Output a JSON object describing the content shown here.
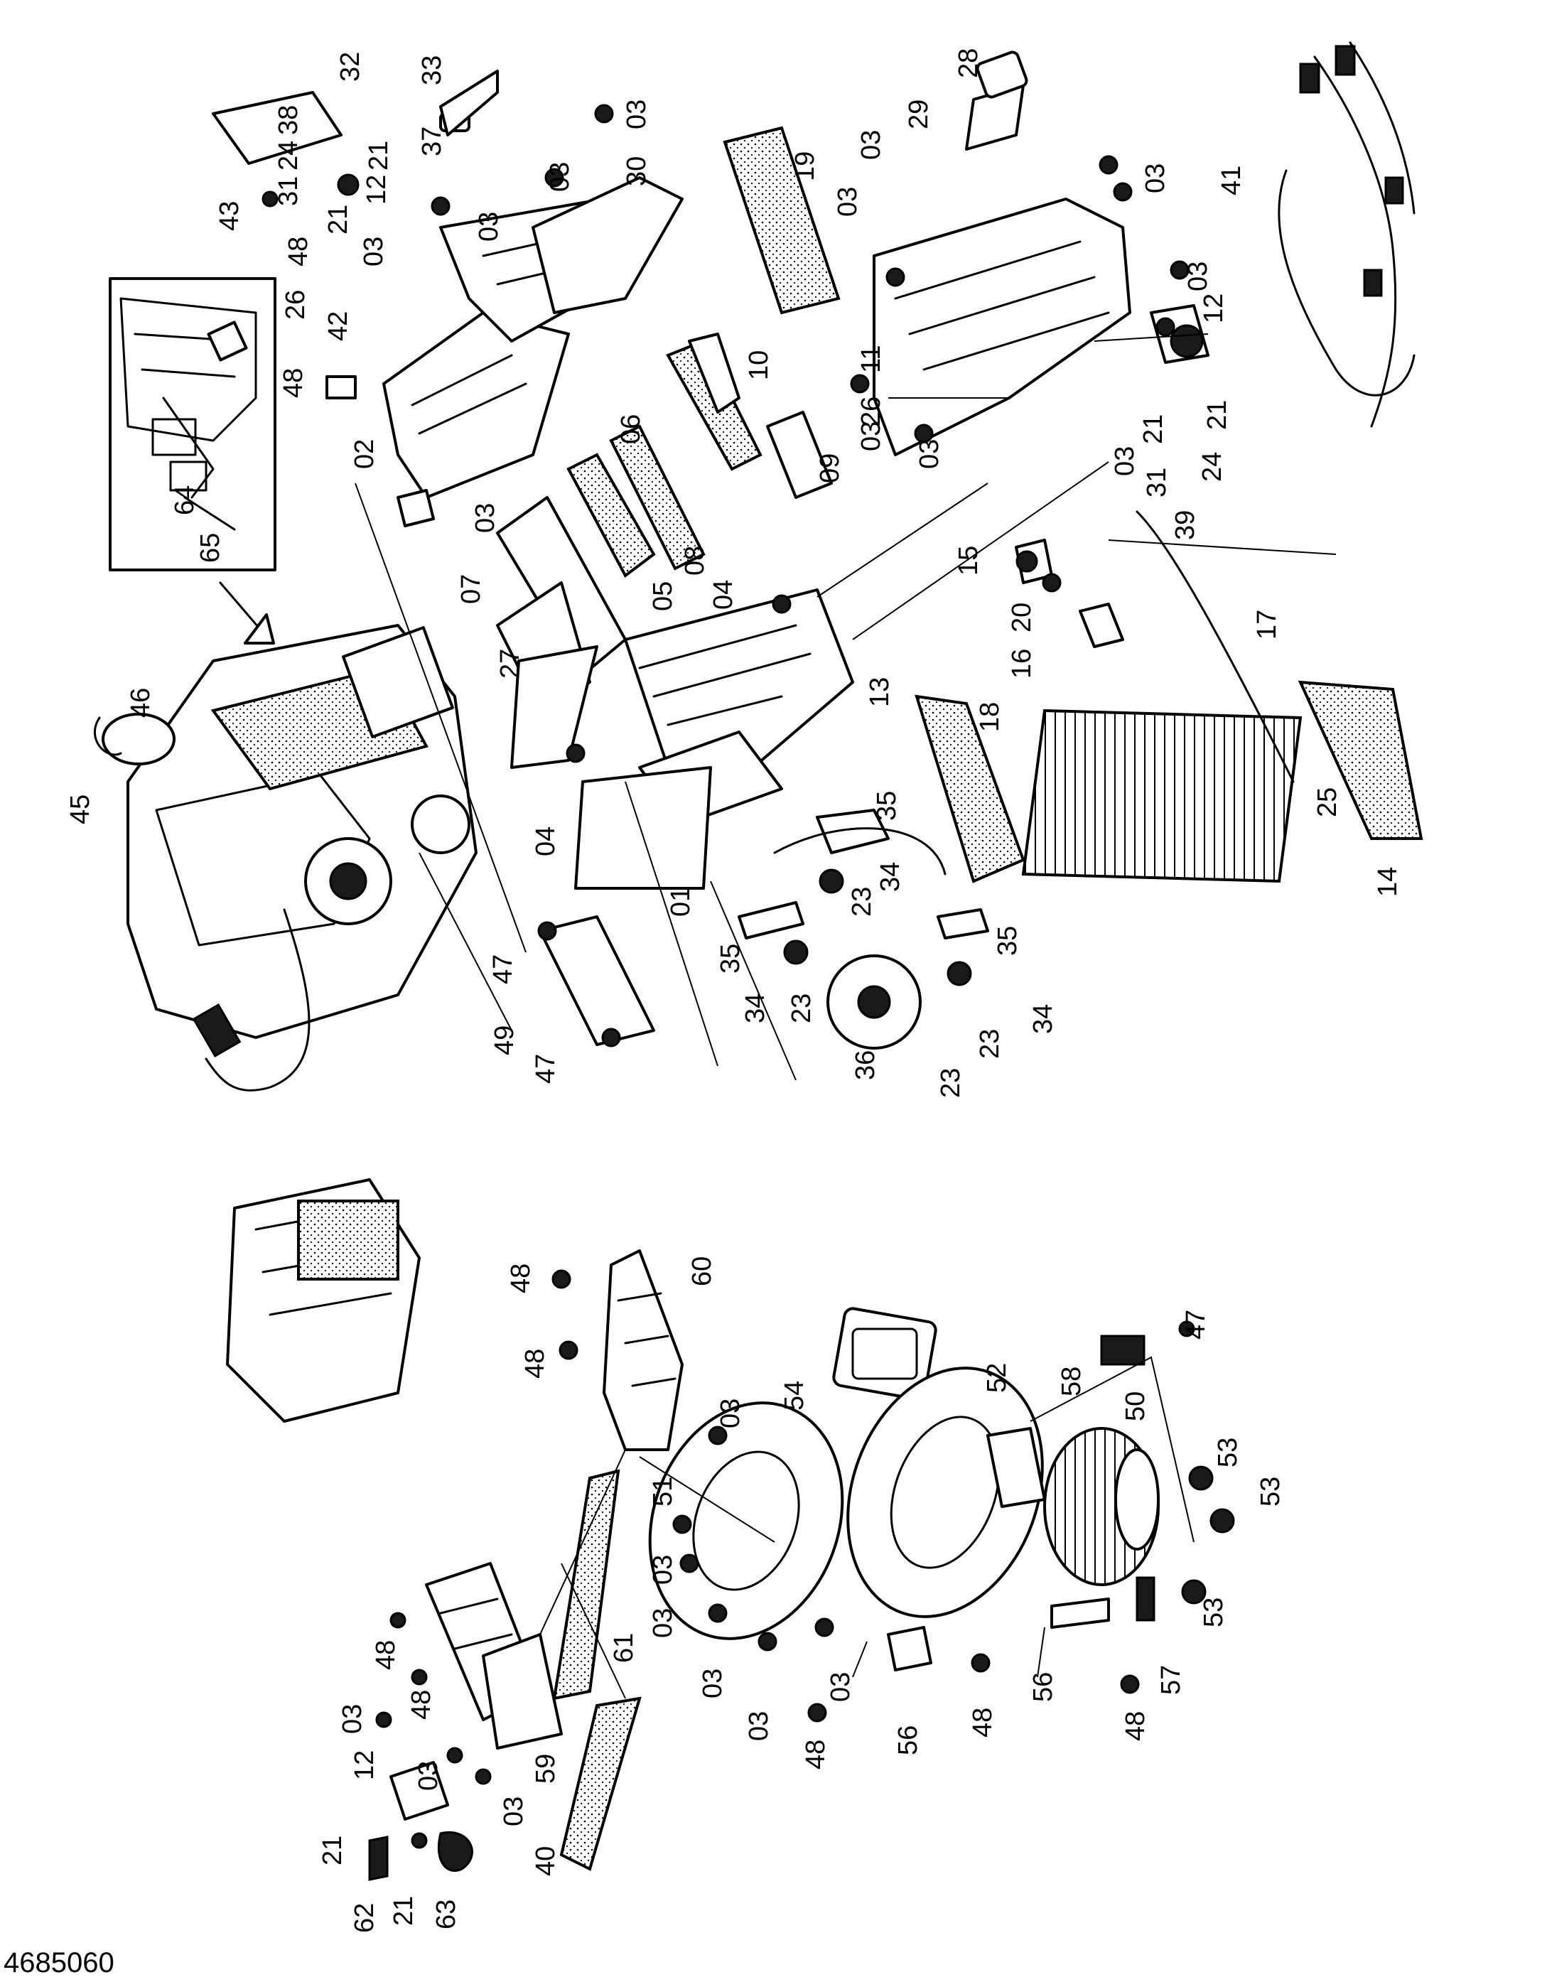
{
  "document_number": "4685060",
  "upper_assembly_labels": {
    "p03_a": "03",
    "p30": "30",
    "p19": "19",
    "p28": "28",
    "p29": "29",
    "p03_b": "03",
    "p03_c": "03",
    "p03_d": "03",
    "p03_e": "03",
    "p41": "41",
    "p32": "32",
    "p33": "33",
    "p38": "38",
    "p37": "37",
    "p24_a": "24",
    "p21_a": "21",
    "p31_a": "31",
    "p12_a": "12",
    "p03_f": "03",
    "p43": "43",
    "p21_b": "21",
    "p03_g": "03",
    "p48_a": "48",
    "p03_h": "03",
    "p26_a": "26",
    "p42": "42",
    "p48_b": "48",
    "p02": "02",
    "p64": "64",
    "p65": "65",
    "p11": "11",
    "p03_i": "03",
    "p12_b": "12",
    "p10": "10",
    "p26_b": "26",
    "p06": "06",
    "p21_c": "21",
    "p21_d": "21",
    "p03_j": "03",
    "p31_b": "31",
    "p24_b": "24",
    "p09": "09",
    "p03_k": "03",
    "p39": "39",
    "p03_l": "03",
    "p07": "07",
    "p08": "08",
    "p05": "05",
    "p04_a": "04",
    "p15": "15",
    "p20": "20",
    "p17": "17",
    "p16": "16",
    "p27": "27",
    "p46": "46",
    "p45": "45",
    "p13": "13",
    "p18": "18",
    "p04_b": "04",
    "p35_a": "35",
    "p25": "25",
    "p14": "14",
    "p34_a": "34",
    "p23_a": "23",
    "p01": "01",
    "p35_b": "35",
    "p47_a": "47",
    "p34_b": "34",
    "p23_b": "23",
    "p35_c": "35",
    "p49": "49",
    "p34_c": "34",
    "p23_c": "23",
    "p47_b": "47",
    "p36": "36",
    "p23_d": "23"
  },
  "lower_assembly_labels": {
    "p48_c": "48",
    "p60": "60",
    "p48_d": "48",
    "p54": "54",
    "p03_m": "03",
    "p47_c": "47",
    "p52": "52",
    "p58": "58",
    "p50": "50",
    "p51": "51",
    "p53_a": "53",
    "p53_b": "53",
    "p03_n": "03",
    "p03_o": "03",
    "p61": "61",
    "p53_c": "53",
    "p48_e": "48",
    "p03_p": "03",
    "p03_q": "03",
    "p57": "57",
    "p56_a": "56",
    "p48_f": "48",
    "p03_r": "03",
    "p48_g": "48",
    "p56_b": "56",
    "p48_h": "48",
    "p03_s": "03",
    "p12_c": "12",
    "p03_t": "03",
    "p59": "59",
    "p03_u": "03",
    "p21_e": "21",
    "p40": "40",
    "p21_f": "21",
    "p62": "62",
    "p63": "63"
  }
}
